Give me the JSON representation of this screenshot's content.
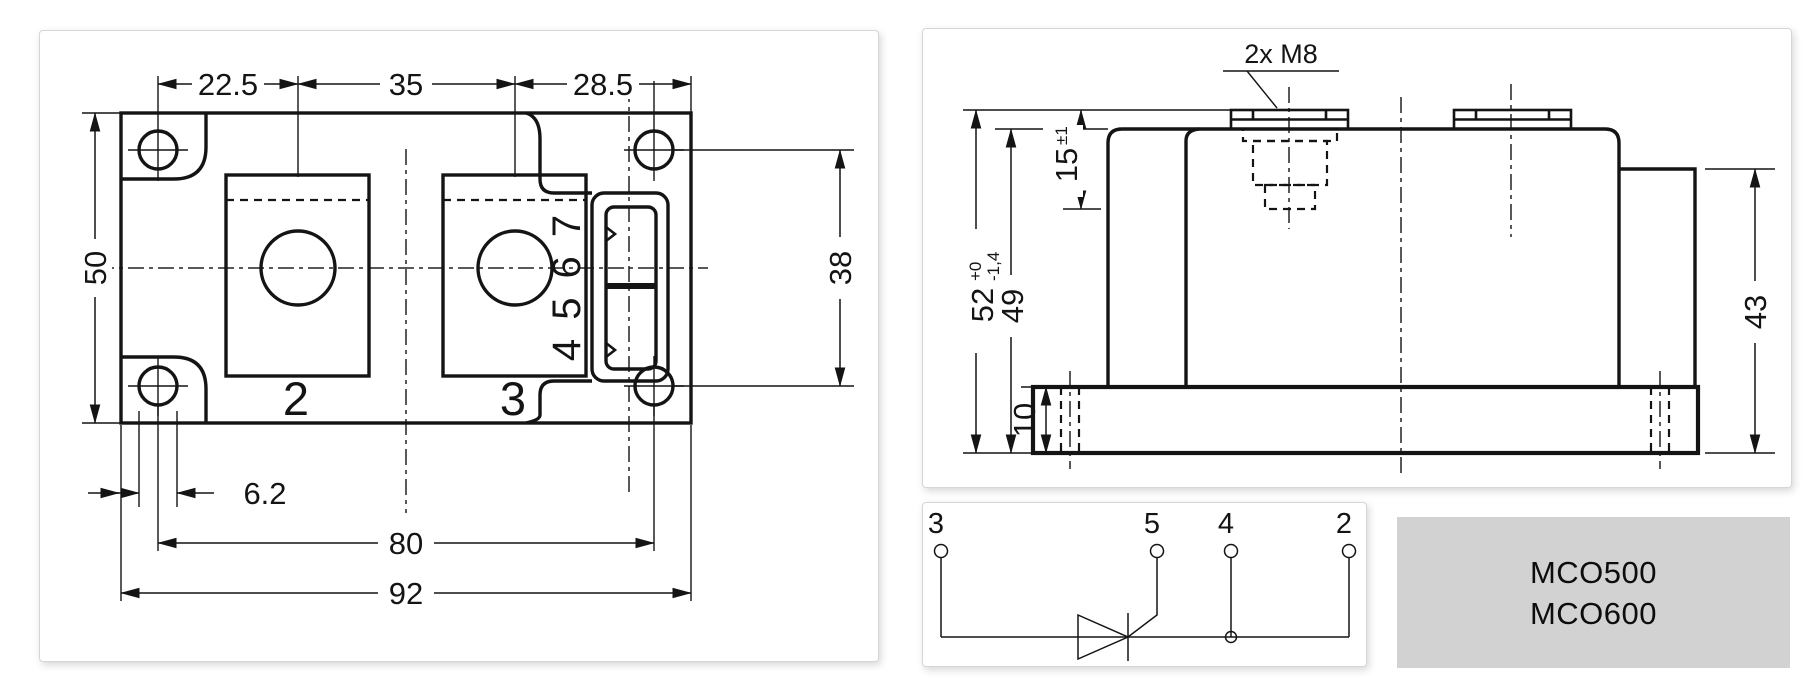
{
  "top_view": {
    "dim_top_left": "22.5",
    "dim_top_mid": "35",
    "dim_top_right": "28.5",
    "dim_height": "50",
    "dim_hole_dia": "6.2",
    "dim_hole_span": "80",
    "dim_width": "92",
    "dim_right_span": "38",
    "terminal_2": "2",
    "terminal_3": "3",
    "pin_labels": "4 5 6 7"
  },
  "side_view": {
    "screw_label": "2x M8",
    "dim_total_height": "52",
    "tol_plus": "+0",
    "tol_minus": "-1,4",
    "dim_body_height": "49",
    "dim_terminal_depth": "15",
    "terminal_depth_tol": "±1",
    "dim_baseplate": "10",
    "dim_connector_height": "43"
  },
  "schematic": {
    "terminal_anode": "3",
    "terminal_gate": "5",
    "terminal_aux": "4",
    "terminal_cathode": "2"
  },
  "part_badge": {
    "model_1": "MCO500",
    "model_2": "MCO600",
    "background": "#d2d2d2"
  }
}
